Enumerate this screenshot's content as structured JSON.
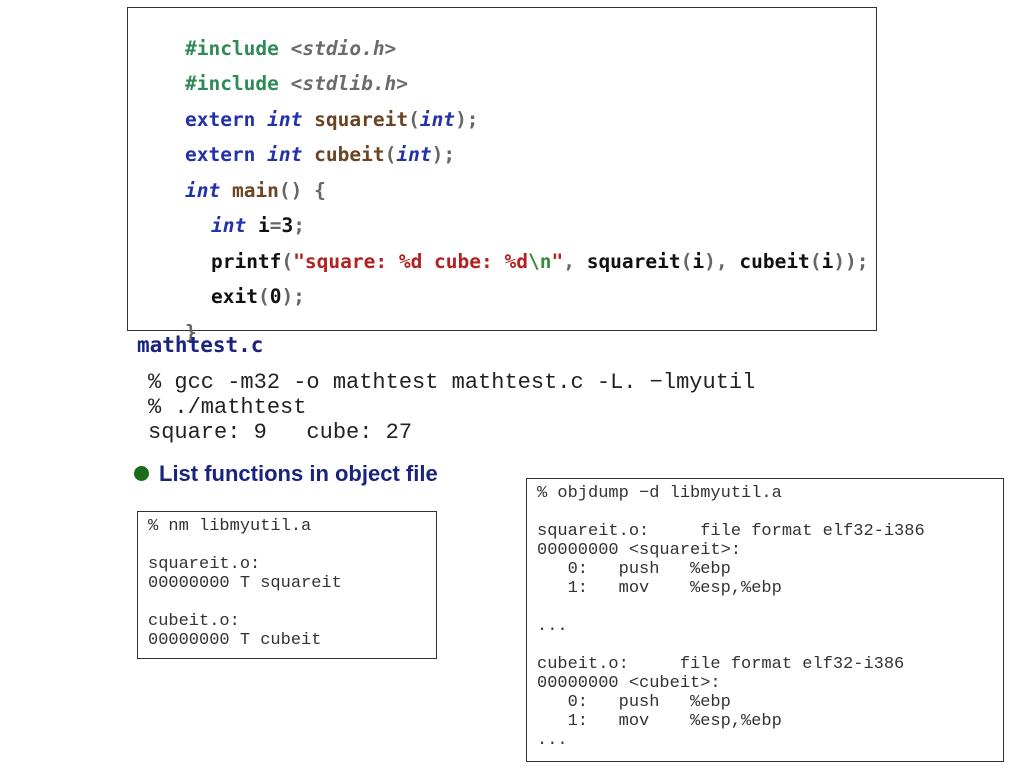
{
  "source": {
    "line1": {
      "kw": "#include",
      "hdr": "<stdio.h>"
    },
    "line2": {
      "kw": "#include",
      "hdr": "<stdlib.h>"
    },
    "line3": {
      "extern": "extern",
      "type": "int",
      "fn": "squareit",
      "open": "(",
      "arg": "int",
      "close": ");"
    },
    "line4": {
      "extern": "extern",
      "type": "int",
      "fn": "cubeit",
      "open": "(",
      "arg": "int",
      "close": ");"
    },
    "line5": {
      "type": "int",
      "fn": "main",
      "rest": "() {"
    },
    "line6": {
      "type": "int",
      "var": "i",
      "eq": "=",
      "num": "3",
      "semi": ";"
    },
    "line7": {
      "fn": "printf",
      "open": "(",
      "str_a": "\"square: %d cube: %d",
      "esc": "\\n",
      "str_b": "\"",
      "comma1": ", ",
      "call1": "squareit",
      "call1_open": "(",
      "arg1": "i",
      "call1_close": "), ",
      "call2": "cubeit",
      "call2_open": "(",
      "arg2": "i",
      "call2_close": "));"
    },
    "line8": {
      "fn": "exit",
      "open": "(",
      "num": "0",
      "close": ");"
    },
    "line9": {
      "brace": "}"
    }
  },
  "filename": "mathtest.c",
  "terminal": {
    "lines": [
      "% gcc -m32 -o mathtest mathtest.c -L. −lmyutil",
      "% ./mathtest",
      "square: 9   cube: 27"
    ]
  },
  "bullet": {
    "text": "List functions in object file"
  },
  "nm_box": {
    "lines": [
      "% nm libmyutil.a",
      "",
      "squareit.o:",
      "00000000 T squareit",
      "",
      "cubeit.o:",
      "00000000 T cubeit"
    ]
  },
  "objdump_box": {
    "lines": [
      "% objdump −d libmyutil.a",
      "",
      "squareit.o:     file format elf32-i386",
      "00000000 <squareit>:",
      "   0:   push   %ebp",
      "   1:   mov    %esp,%ebp",
      "",
      "...",
      "",
      "cubeit.o:     file format elf32-i386",
      "00000000 <cubeit>:",
      "   0:   push   %ebp",
      "   1:   mov    %esp,%ebp",
      "..."
    ]
  },
  "colors": {
    "preprocessor": "#2e8b57",
    "keyword": "#2233aa",
    "function": "#6b4423",
    "string": "#b22222",
    "heading": "#1a237e",
    "bullet": "#1a6b1a"
  }
}
